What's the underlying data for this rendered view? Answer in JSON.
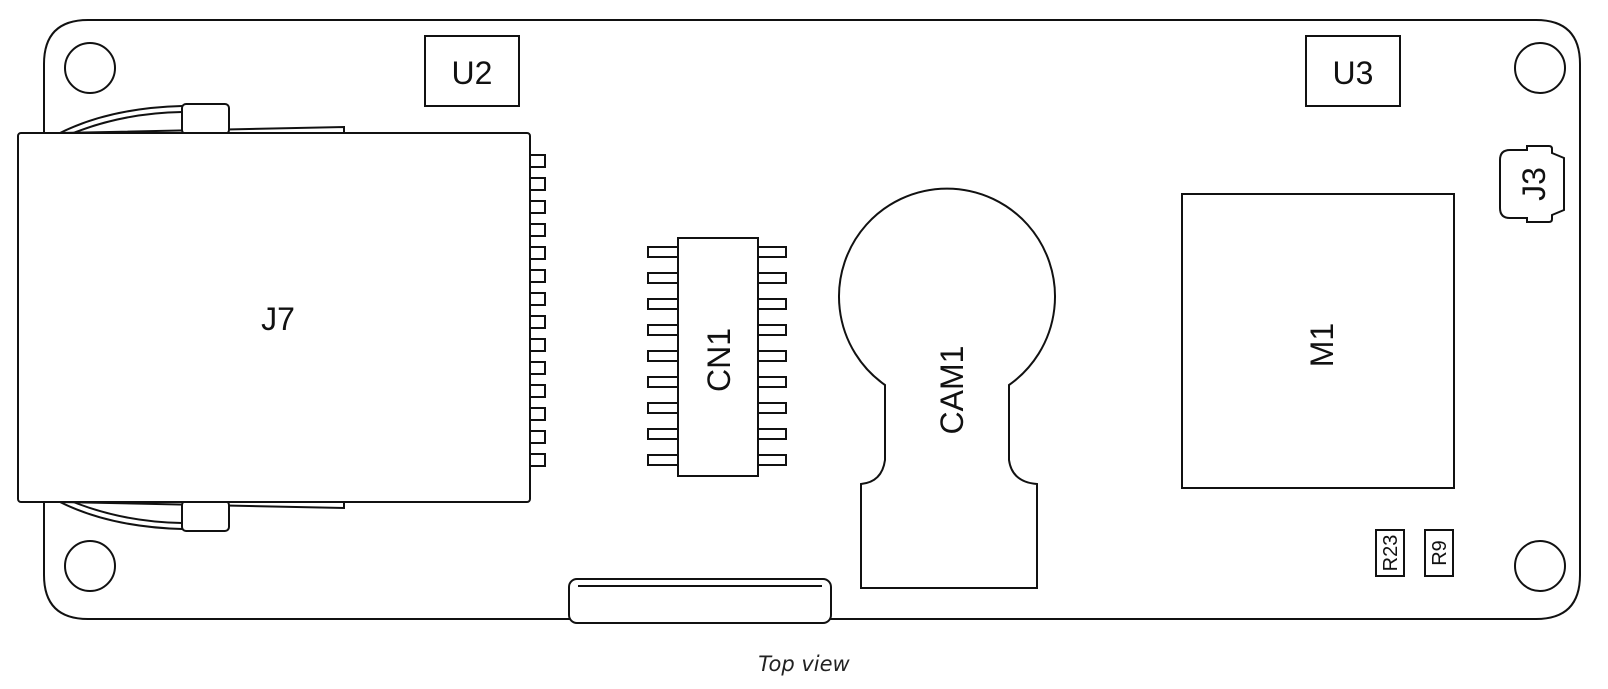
{
  "components": {
    "u2": "U2",
    "u3": "U3",
    "j7": "J7",
    "cn1": "CN1",
    "cam1": "CAM1",
    "m1": "M1",
    "j3": "J3",
    "r23": "R23",
    "r9": "R9"
  },
  "caption": "Top view",
  "colors": {
    "line": "#111111",
    "background": "#ffffff"
  }
}
